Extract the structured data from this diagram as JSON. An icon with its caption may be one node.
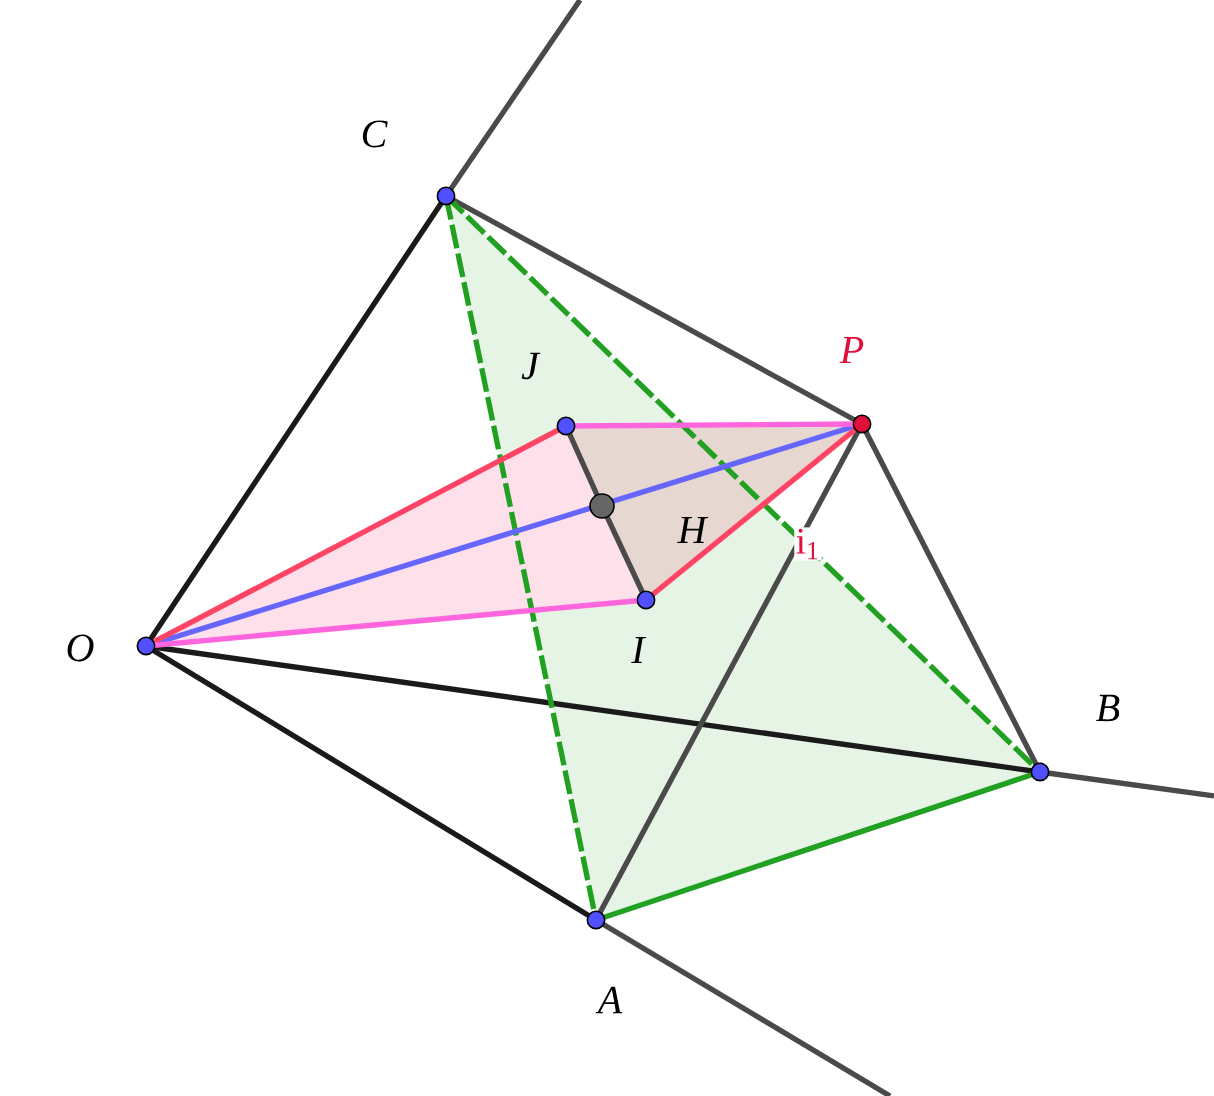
{
  "diagram": {
    "nodes": [
      {
        "text": [],
        "shape": "circle",
        "beside": [
          "O"
        ]
      },
      {
        "text": [],
        "shape": "circle",
        "beside": [
          "A"
        ]
      },
      {
        "text": [],
        "shape": "circle",
        "beside": [
          "B"
        ]
      },
      {
        "text": [],
        "shape": "circle",
        "beside": [
          "C"
        ]
      },
      {
        "text": [],
        "shape": "circle",
        "beside": [
          "P"
        ]
      },
      {
        "text": [],
        "shape": "circle",
        "beside": [
          "J"
        ]
      },
      {
        "text": [],
        "shape": "circle",
        "beside": [
          "H"
        ]
      },
      {
        "text": [],
        "shape": "circle",
        "beside": [
          "I"
        ]
      }
    ],
    "edges": [
      {
        "from": 0,
        "to": 3,
        "arrow": "none",
        "color": "#1a1a1a"
      },
      {
        "from": 0,
        "to": 1,
        "arrow": "none",
        "color": "#1a1a1a"
      },
      {
        "from": 0,
        "to": 2,
        "arrow": "none",
        "color": "#1a1a1a"
      },
      {
        "from": 3,
        "to": 4,
        "arrow": "none"
      },
      {
        "from": 3,
        "to": null,
        "arrow": "none"
      },
      {
        "from": 4,
        "to": 2,
        "arrow": "none"
      },
      {
        "from": 1,
        "to": 4,
        "arrow": "none"
      },
      {
        "from": 2,
        "to": null,
        "arrow": "none"
      },
      {
        "from": 1,
        "to": null,
        "arrow": "none"
      },
      {
        "from": 3,
        "to": 1,
        "arrow": "none",
        "style": "dashed",
        "color": "#22a022"
      },
      {
        "from": 3,
        "to": 2,
        "arrow": "none",
        "style": "dashed",
        "color": "#22a022"
      },
      {
        "from": 1,
        "to": 2,
        "arrow": "none",
        "color": "#22a022"
      },
      {
        "from": 0,
        "to": 4,
        "arrow": "none",
        "color": "#6666ff"
      },
      {
        "from": 0,
        "to": 5,
        "arrow": "none",
        "color": "#ff4466"
      },
      {
        "from": 5,
        "to": 4,
        "arrow": "none",
        "color": "#ff66dd"
      },
      {
        "from": 0,
        "to": 7,
        "arrow": "none",
        "color": "#ff66dd"
      },
      {
        "from": 7,
        "to": 4,
        "arrow": "none",
        "color": "#ff4466"
      },
      {
        "from": 5,
        "to": 6,
        "arrow": "none"
      },
      {
        "from": 6,
        "to": 7,
        "arrow": "none"
      }
    ],
    "labels": [
      "i$_{1}$"
    ]
  }
}
